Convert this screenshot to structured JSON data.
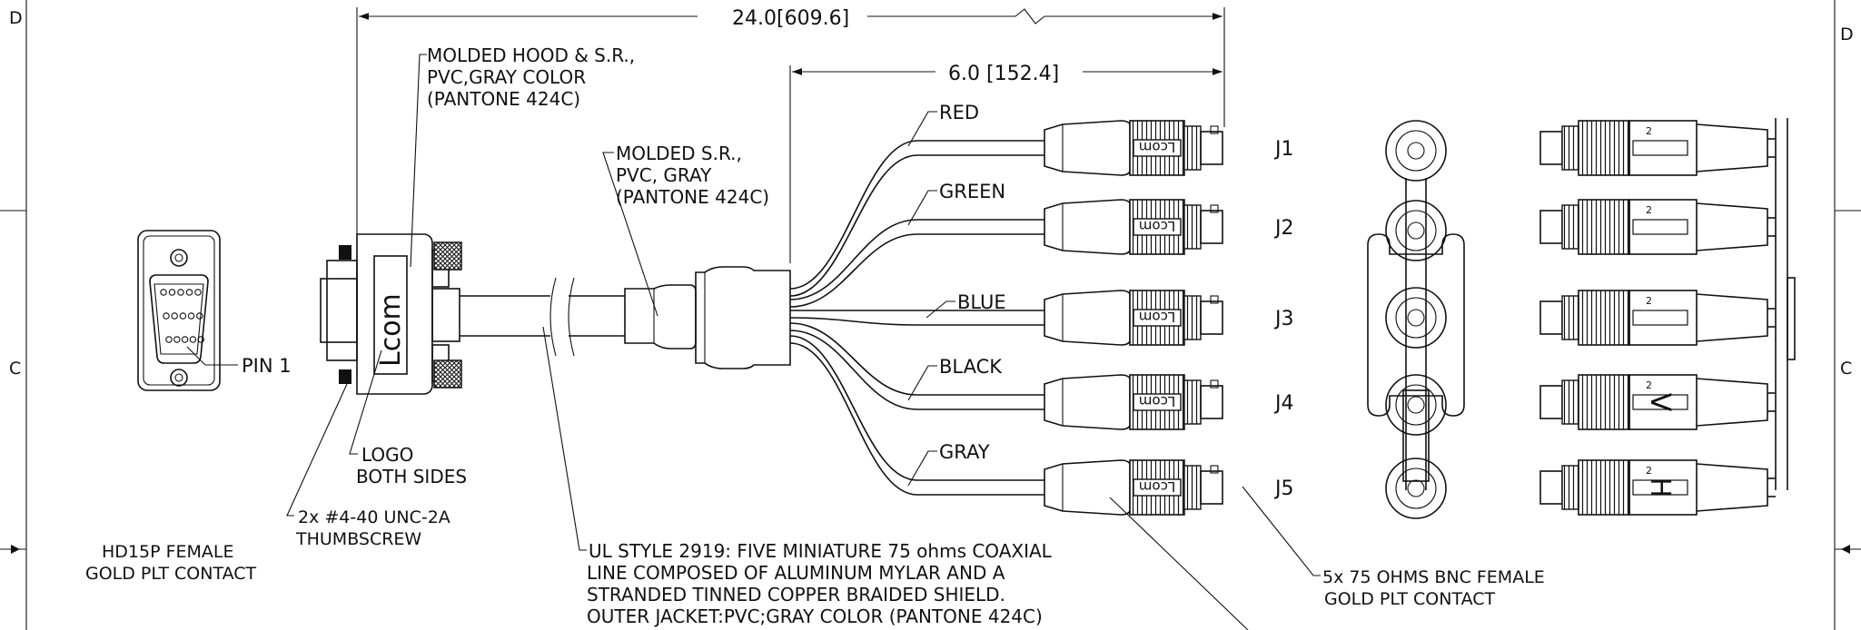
{
  "border": {
    "zone_left_top": "D",
    "zone_right_top": "D",
    "zone_left_mid": "C",
    "zone_right_mid": "C"
  },
  "dimensions": {
    "overall": "24.0",
    "overall_mm": "[609.6]",
    "breakout": "6.0",
    "breakout_mm": "[152.4]"
  },
  "callouts": {
    "hood_line1": "MOLDED HOOD & S.R.,",
    "hood_line2": "PVC,GRAY COLOR",
    "hood_line3": "(PANTONE 424C)",
    "sr_line1": "MOLDED S.R.,",
    "sr_line2": "PVC, GRAY",
    "sr_line3": "(PANTONE 424C)",
    "pin1": "PIN 1",
    "logo_line1": "LOGO",
    "logo_line2": "BOTH SIDES",
    "thumb_line1": "2x #4-40 UNC-2A",
    "thumb_line2": "THUMBSCREW",
    "hd15_line1": "HD15P FEMALE",
    "hd15_line2": "GOLD PLT CONTACT",
    "cable_line1": "UL STYLE 2919: FIVE MINIATURE 75 ohms COAXIAL",
    "cable_line2": "LINE COMPOSED OF ALUMINUM MYLAR AND A",
    "cable_line3": "STRANDED TINNED COPPER BRAIDED SHIELD.",
    "cable_line4": "OUTER JACKET:PVC;GRAY COLOR (PANTONE 424C)",
    "bnc_line1": "5x 75 OHMS BNC FEMALE",
    "bnc_line2": "GOLD PLT CONTACT"
  },
  "wires": [
    "RED",
    "GREEN",
    "BLUE",
    "BLACK",
    "GRAY"
  ],
  "jacks": [
    "J1",
    "J2",
    "J3",
    "J4",
    "J5"
  ],
  "logo_text": "Lcom",
  "boot_marks": [
    "2",
    "2",
    "2",
    "V",
    "H"
  ]
}
